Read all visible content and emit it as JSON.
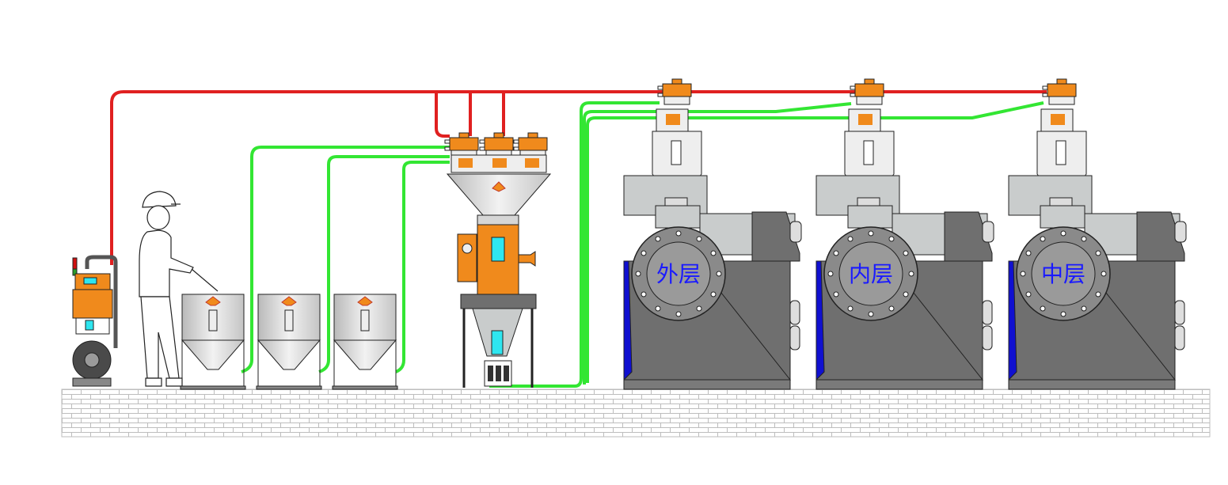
{
  "extruders": [
    {
      "label": "外层"
    },
    {
      "label": "内层"
    },
    {
      "label": "中层"
    }
  ],
  "colors": {
    "vacuum_line": "#e02020",
    "material_line": "#33e633",
    "equipment_orange": "#f08a1c",
    "hopper_steel": "#dcdcdc",
    "extruder_gray": "#6f6f6f",
    "extruder_light": "#c9cccc",
    "screen_cyan": "#2ee6f0",
    "motor_blue": "#1010d0"
  },
  "icons": [
    "worker-figure",
    "vacuum-pump",
    "storage-bin",
    "gravimetric-blender",
    "hopper-loader",
    "extruder"
  ]
}
